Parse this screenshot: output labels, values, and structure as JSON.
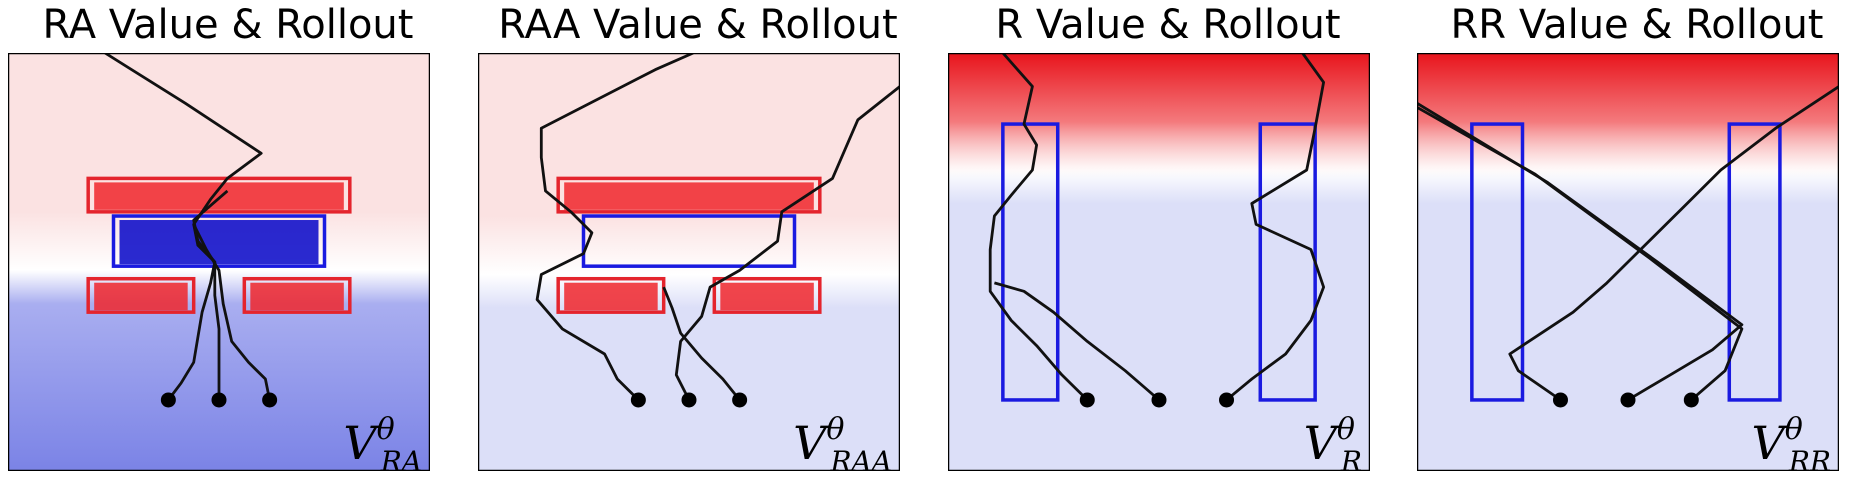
{
  "chart_data": [
    {
      "type": "heatmap",
      "title": "RA Value & Rollout",
      "value_label": {
        "base": "V",
        "superscript": "θ",
        "subscript": "RA"
      },
      "background": {
        "top_color": "#fbe2e2",
        "mid_color": "#ffffff",
        "bottom_color": "#7b83e6",
        "boundary_y": 0.52
      },
      "target_boxes": [
        {
          "color": "#e4242d",
          "x0": 0.19,
          "x1": 0.81,
          "y0": 0.3,
          "y1": 0.38,
          "fill": "#f0262b"
        },
        {
          "color": "#e4242d",
          "x0": 0.19,
          "x1": 0.44,
          "y0": 0.54,
          "y1": 0.62,
          "fill": "#f0262b"
        },
        {
          "color": "#e4242d",
          "x0": 0.56,
          "x1": 0.81,
          "y0": 0.54,
          "y1": 0.62,
          "fill": "#f0262b"
        }
      ],
      "avoid_boxes": [
        {
          "color": "#1a1ae0",
          "x0": 0.25,
          "x1": 0.75,
          "y0": 0.39,
          "y1": 0.51,
          "fill": "#0505c8"
        }
      ],
      "start_points": [
        [
          0.38,
          0.83
        ],
        [
          0.5,
          0.83
        ],
        [
          0.62,
          0.83
        ]
      ],
      "trajectories": [
        [
          [
            0.38,
            0.83
          ],
          [
            0.41,
            0.79
          ],
          [
            0.44,
            0.74
          ],
          [
            0.45,
            0.68
          ],
          [
            0.46,
            0.62
          ],
          [
            0.48,
            0.55
          ],
          [
            0.49,
            0.5
          ],
          [
            0.45,
            0.46
          ],
          [
            0.44,
            0.41
          ],
          [
            0.48,
            0.35
          ],
          [
            0.52,
            0.3
          ],
          [
            0.6,
            0.24
          ],
          [
            0.42,
            0.12
          ],
          [
            0.23,
            0.0
          ]
        ],
        [
          [
            0.5,
            0.83
          ],
          [
            0.5,
            0.75
          ],
          [
            0.5,
            0.66
          ],
          [
            0.49,
            0.58
          ],
          [
            0.49,
            0.5
          ],
          [
            0.45,
            0.45
          ],
          [
            0.44,
            0.4
          ],
          [
            0.52,
            0.33
          ]
        ],
        [
          [
            0.62,
            0.83
          ],
          [
            0.61,
            0.78
          ],
          [
            0.57,
            0.74
          ],
          [
            0.53,
            0.69
          ],
          [
            0.51,
            0.6
          ],
          [
            0.5,
            0.52
          ],
          [
            0.47,
            0.47
          ],
          [
            0.44,
            0.41
          ]
        ]
      ]
    },
    {
      "type": "heatmap",
      "title": "RAA Value & Rollout",
      "value_label": {
        "base": "V",
        "superscript": "θ",
        "subscript": "RAA"
      },
      "background": {
        "top_color": "#fbe2e2",
        "mid_color": "#ffffff",
        "bottom_color": "#dcdff8",
        "boundary_y": 0.53
      },
      "target_boxes": [
        {
          "color": "#e4242d",
          "x0": 0.19,
          "x1": 0.81,
          "y0": 0.3,
          "y1": 0.38,
          "fill": "#f0262b"
        },
        {
          "color": "#e4242d",
          "x0": 0.19,
          "x1": 0.44,
          "y0": 0.54,
          "y1": 0.62,
          "fill": "#f0262b"
        },
        {
          "color": "#e4242d",
          "x0": 0.56,
          "x1": 0.81,
          "y0": 0.54,
          "y1": 0.62,
          "fill": "#f0262b"
        }
      ],
      "avoid_boxes": [
        {
          "color": "#1a1ae0",
          "x0": 0.25,
          "x1": 0.75,
          "y0": 0.39,
          "y1": 0.51,
          "fill": null
        }
      ],
      "start_points": [
        [
          0.38,
          0.83
        ],
        [
          0.5,
          0.83
        ],
        [
          0.62,
          0.83
        ]
      ],
      "trajectories": [
        [
          [
            0.38,
            0.83
          ],
          [
            0.33,
            0.78
          ],
          [
            0.3,
            0.72
          ],
          [
            0.2,
            0.66
          ],
          [
            0.14,
            0.59
          ],
          [
            0.15,
            0.53
          ],
          [
            0.25,
            0.48
          ],
          [
            0.27,
            0.43
          ],
          [
            0.22,
            0.38
          ],
          [
            0.16,
            0.33
          ],
          [
            0.15,
            0.25
          ],
          [
            0.15,
            0.18
          ],
          [
            0.42,
            0.04
          ],
          [
            0.51,
            0.0
          ]
        ],
        [
          [
            0.5,
            0.83
          ],
          [
            0.47,
            0.77
          ],
          [
            0.48,
            0.69
          ],
          [
            0.53,
            0.63
          ],
          [
            0.55,
            0.56
          ],
          [
            0.62,
            0.52
          ],
          [
            0.71,
            0.45
          ],
          [
            0.72,
            0.38
          ],
          [
            0.84,
            0.3
          ],
          [
            0.9,
            0.16
          ],
          [
            1.0,
            0.08
          ]
        ],
        [
          [
            0.62,
            0.83
          ],
          [
            0.58,
            0.78
          ],
          [
            0.53,
            0.73
          ],
          [
            0.48,
            0.67
          ],
          [
            0.46,
            0.61
          ],
          [
            0.44,
            0.56
          ]
        ]
      ]
    },
    {
      "type": "heatmap",
      "title": "R Value & Rollout",
      "value_label": {
        "base": "V",
        "superscript": "θ",
        "subscript": "R"
      },
      "background": {
        "top_color": "#e8141c",
        "mid_color": "#ffffff",
        "bottom_color": "#dcdff8",
        "boundary_y": 0.28
      },
      "target_boxes": [],
      "avoid_boxes": [
        {
          "color": "#1a1ae0",
          "x0": 0.13,
          "x1": 0.26,
          "y0": 0.17,
          "y1": 0.83,
          "fill": null
        },
        {
          "color": "#1a1ae0",
          "x0": 0.74,
          "x1": 0.87,
          "y0": 0.17,
          "y1": 0.83,
          "fill": null
        }
      ],
      "start_points": [
        [
          0.33,
          0.83
        ],
        [
          0.5,
          0.83
        ],
        [
          0.66,
          0.83
        ]
      ],
      "trajectories": [
        [
          [
            0.33,
            0.83
          ],
          [
            0.27,
            0.77
          ],
          [
            0.21,
            0.7
          ],
          [
            0.15,
            0.64
          ],
          [
            0.1,
            0.57
          ],
          [
            0.1,
            0.47
          ],
          [
            0.11,
            0.39
          ],
          [
            0.15,
            0.34
          ],
          [
            0.2,
            0.28
          ],
          [
            0.21,
            0.22
          ],
          [
            0.18,
            0.17
          ],
          [
            0.2,
            0.08
          ],
          [
            0.13,
            0.0
          ]
        ],
        [
          [
            0.5,
            0.83
          ],
          [
            0.42,
            0.76
          ],
          [
            0.33,
            0.69
          ],
          [
            0.25,
            0.62
          ],
          [
            0.18,
            0.57
          ],
          [
            0.11,
            0.55
          ]
        ],
        [
          [
            0.66,
            0.83
          ],
          [
            0.72,
            0.78
          ],
          [
            0.8,
            0.72
          ],
          [
            0.86,
            0.64
          ],
          [
            0.89,
            0.56
          ],
          [
            0.86,
            0.47
          ],
          [
            0.73,
            0.41
          ],
          [
            0.72,
            0.36
          ],
          [
            0.85,
            0.28
          ],
          [
            0.87,
            0.18
          ],
          [
            0.89,
            0.07
          ],
          [
            0.84,
            0.0
          ]
        ]
      ]
    },
    {
      "type": "heatmap",
      "title": "RR Value & Rollout",
      "value_label": {
        "base": "V",
        "superscript": "θ",
        "subscript": "RR"
      },
      "background": {
        "top_color": "#e8141c",
        "mid_color": "#ffffff",
        "bottom_color": "#dcdff8",
        "boundary_y": 0.28
      },
      "target_boxes": [],
      "avoid_boxes": [
        {
          "color": "#1a1ae0",
          "x0": 0.13,
          "x1": 0.25,
          "y0": 0.17,
          "y1": 0.83,
          "fill": null
        },
        {
          "color": "#1a1ae0",
          "x0": 0.74,
          "x1": 0.86,
          "y0": 0.17,
          "y1": 0.83,
          "fill": null
        }
      ],
      "start_points": [
        [
          0.34,
          0.83
        ],
        [
          0.5,
          0.83
        ],
        [
          0.65,
          0.83
        ]
      ],
      "trajectories": [
        [
          [
            0.34,
            0.83
          ],
          [
            0.24,
            0.76
          ],
          [
            0.22,
            0.72
          ],
          [
            0.28,
            0.68
          ],
          [
            0.37,
            0.62
          ],
          [
            0.45,
            0.55
          ],
          [
            0.55,
            0.45
          ],
          [
            0.64,
            0.36
          ],
          [
            0.72,
            0.28
          ],
          [
            0.85,
            0.18
          ],
          [
            1.0,
            0.08
          ]
        ],
        [
          [
            0.5,
            0.83
          ],
          [
            0.6,
            0.77
          ],
          [
            0.7,
            0.71
          ],
          [
            0.77,
            0.65
          ],
          [
            0.57,
            0.5
          ],
          [
            0.31,
            0.31
          ],
          [
            0.0,
            0.12
          ]
        ],
        [
          [
            0.65,
            0.83
          ],
          [
            0.73,
            0.76
          ],
          [
            0.77,
            0.66
          ],
          [
            0.55,
            0.49
          ],
          [
            0.28,
            0.29
          ],
          [
            0.0,
            0.13
          ]
        ]
      ]
    }
  ]
}
